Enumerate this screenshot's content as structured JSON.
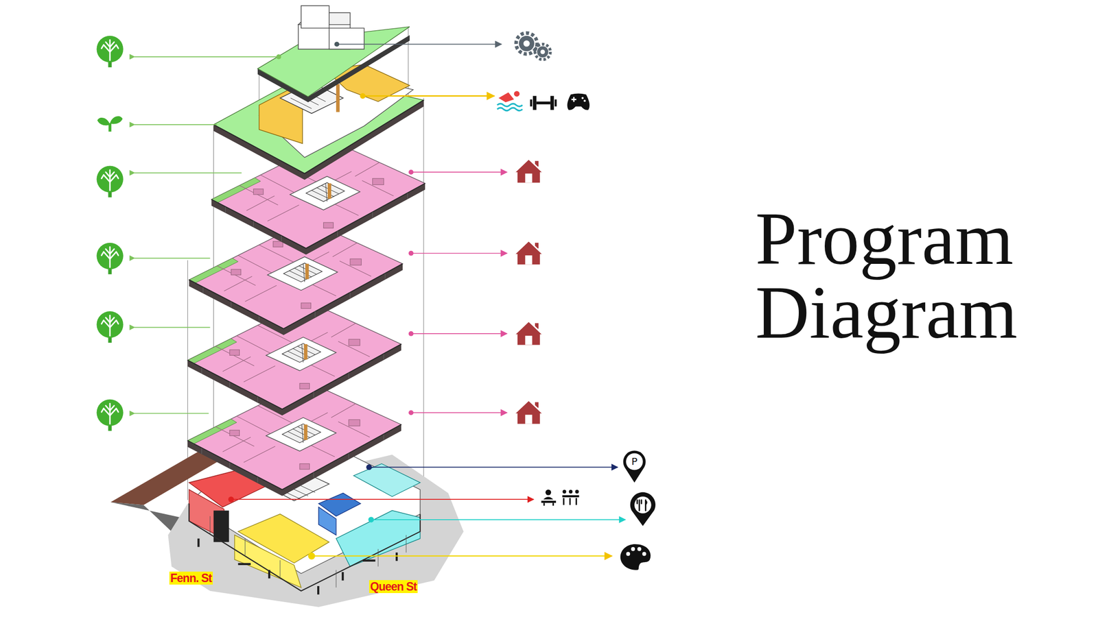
{
  "diagram": {
    "title": "Program Diagram",
    "labels": [
      "Fenn. St",
      "Queen St",
      "P"
    ]
  }
}
